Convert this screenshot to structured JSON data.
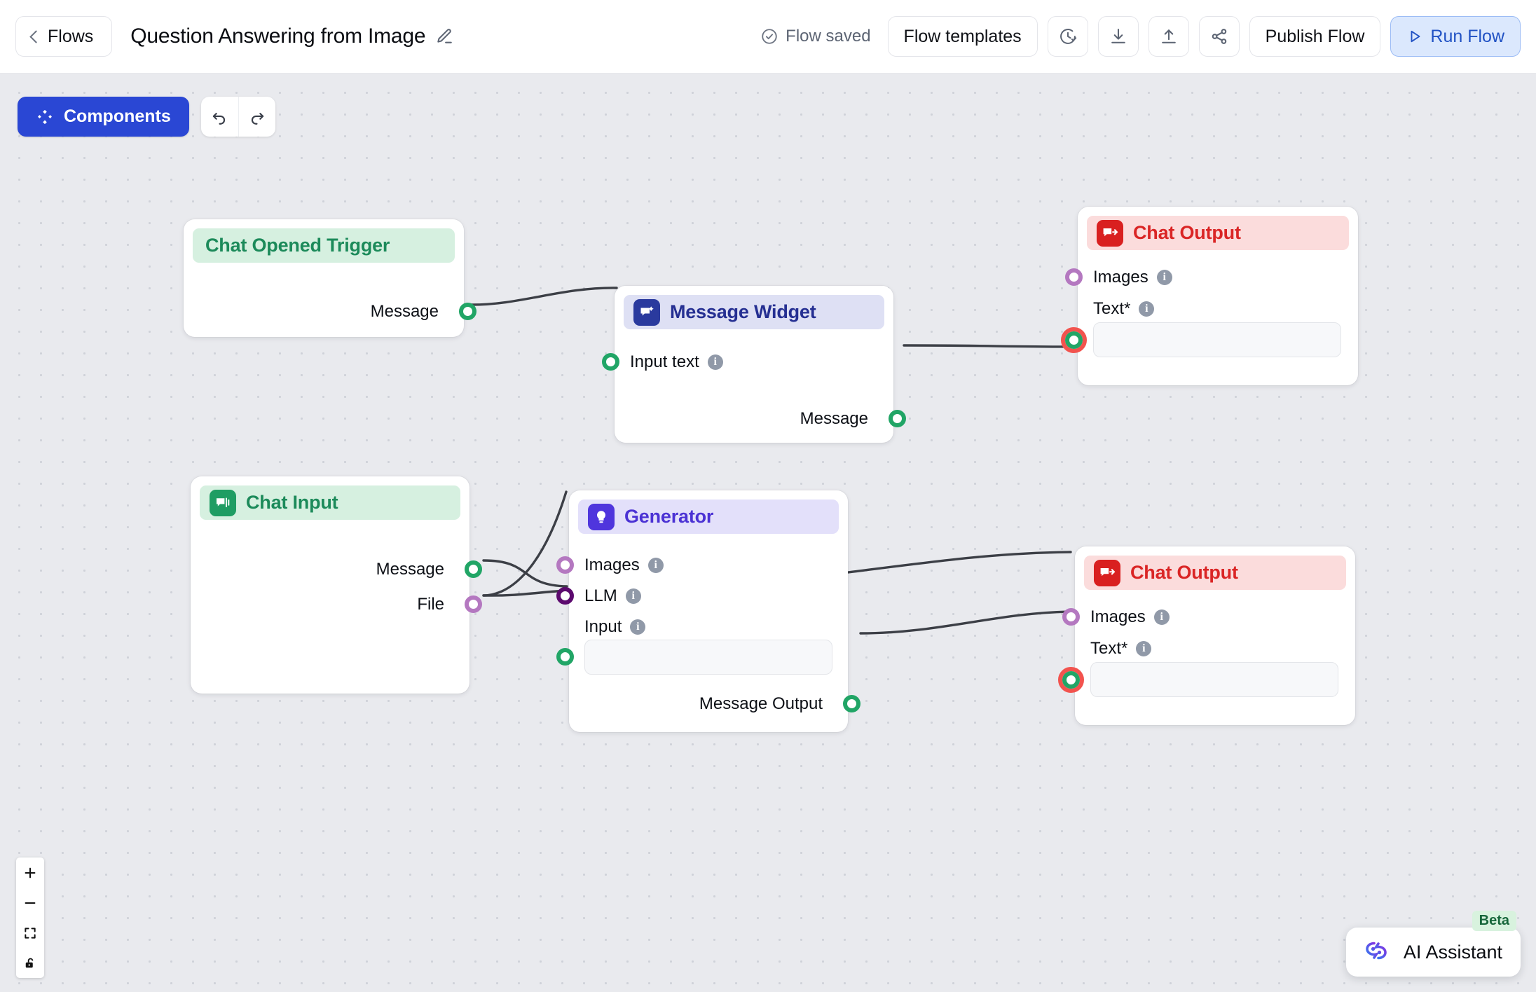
{
  "header": {
    "back_label": "Flows",
    "flow_title": "Question Answering from Image",
    "edit_icon": "pencil-icon",
    "saved_status": "Flow saved",
    "templates_label": "Flow templates",
    "history_icon": "history-clock-icon",
    "download_icon": "download-icon",
    "upload_icon": "upload-icon",
    "share_icon": "share-icon",
    "publish_label": "Publish Flow",
    "run_label": "Run Flow"
  },
  "toolbar": {
    "components_label": "Components",
    "components_icon": "components-diamond-icon",
    "undo_icon": "undo-arrow-icon",
    "redo_icon": "redo-arrow-icon"
  },
  "canvas": {
    "zoom_controls": {
      "zoom_in": "+",
      "zoom_out": "−",
      "fit_view_icon": "fit-view-icon",
      "lock_icon": "unlock-padlock-icon"
    },
    "nodes": [
      {
        "id": "chat-opened-trigger",
        "title": "Chat Opened Trigger",
        "accent": "#1c8a5a",
        "icon": null,
        "outputs": [
          {
            "label": "Message",
            "port": "green"
          }
        ]
      },
      {
        "id": "message-widget",
        "title": "Message Widget",
        "accent": "#252f92",
        "icon": "message-sparkle-icon",
        "inputs": [
          {
            "label": "Input text",
            "port": "green",
            "info": true
          }
        ],
        "outputs": [
          {
            "label": "Message",
            "port": "green"
          }
        ]
      },
      {
        "id": "chat-output-top",
        "title": "Chat Output",
        "accent": "#da2525",
        "icon": "chat-output-icon",
        "inputs": [
          {
            "label": "Images",
            "port": "purple",
            "info": true
          },
          {
            "label": "Text*",
            "port": "red-ring",
            "info": true,
            "value": "",
            "placeholder": ""
          }
        ]
      },
      {
        "id": "generator",
        "title": "Generator",
        "accent": "#4b32d4",
        "icon": "lightbulb-icon",
        "inputs": [
          {
            "label": "Images",
            "port": "purple",
            "info": true
          },
          {
            "label": "LLM",
            "port": "dark-purple",
            "info": true
          },
          {
            "label": "Input",
            "port": "green",
            "info": true,
            "value": "",
            "placeholder": ""
          }
        ],
        "outputs": [
          {
            "label": "Message Output",
            "port": "green"
          }
        ]
      },
      {
        "id": "chat-input",
        "title": "Chat Input",
        "accent": "#1c8a5a",
        "icon": "chat-input-icon",
        "outputs": [
          {
            "label": "Message",
            "port": "green"
          },
          {
            "label": "File",
            "port": "purple"
          }
        ]
      },
      {
        "id": "chat-output-bottom",
        "title": "Chat Output",
        "accent": "#da2525",
        "icon": "chat-output-icon",
        "inputs": [
          {
            "label": "Images",
            "port": "purple",
            "info": true
          },
          {
            "label": "Text*",
            "port": "red-ring",
            "info": true,
            "value": "",
            "placeholder": ""
          }
        ]
      }
    ],
    "edges": [
      {
        "from": "chat-opened-trigger.Message",
        "to": "message-widget.Input text"
      },
      {
        "from": "message-widget.Message",
        "to": "chat-output-top.Text*"
      },
      {
        "from": "chat-input.Message",
        "to": "generator.Input"
      },
      {
        "from": "chat-input.File",
        "to": "generator.Images"
      },
      {
        "from": "chat-input.File",
        "to": "generator.Input"
      },
      {
        "from": "generator.Images",
        "to": "chat-output-bottom.Images"
      },
      {
        "from": "generator.Message Output",
        "to": "chat-output-bottom.Text*"
      }
    ]
  },
  "assistant": {
    "label": "AI Assistant",
    "badge": "Beta",
    "icon": "ai-assistant-icon"
  },
  "colors": {
    "primary": "#2a47d4",
    "run_accent": "#2152c4",
    "green_port": "#21a566",
    "purple_port": "#b478c0",
    "dark_purple_port": "#5c0a6e",
    "red_ring": "#f2534e",
    "edge": "#3c3f46",
    "canvas_bg": "#e9eaee"
  },
  "info_glyph": "i"
}
